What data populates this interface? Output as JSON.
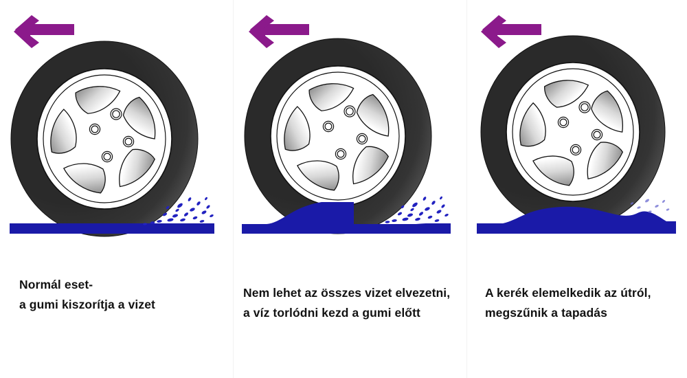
{
  "figure": {
    "title_topic": "aquaplaning",
    "language": "hu",
    "background_color": "#ffffff"
  },
  "colors": {
    "arrow_purple": "#8B1A8B",
    "water_blue": "#1A1AA8",
    "road_black": "#000000",
    "tire_dark": "#2b2b2b",
    "tire_edge_gray": "#6f6f6f",
    "hubcap_white": "#ffffff",
    "spoke_shade": "#9a9a9a",
    "caption_text": "#121212",
    "divider": "#f2f2f2"
  },
  "panels": [
    {
      "id": "panel-normal",
      "arrow": {
        "name": "direction-of-travel-arrow",
        "direction": "left",
        "color": "#8B1A8B"
      },
      "wheel": {
        "name": "tire-wheel",
        "spokes": 5,
        "lug_holes": 4,
        "state": "contacting road"
      },
      "water": {
        "name": "water-layer",
        "state": "thin film displaced by tread",
        "splash": true
      },
      "road": {
        "name": "road-surface"
      },
      "caption": {
        "line1": "Normál eset-",
        "line2": "a gumi kiszorítja a vizet"
      }
    },
    {
      "id": "panel-partial-aquaplaning",
      "arrow": {
        "name": "direction-of-travel-arrow",
        "direction": "left",
        "color": "#8B1A8B"
      },
      "wheel": {
        "name": "tire-wheel",
        "spokes": 5,
        "lug_holes": 4,
        "state": "partially lifted, bow wave forming"
      },
      "water": {
        "name": "water-layer",
        "state": "water wedge piling up ahead of tyre",
        "splash": true
      },
      "road": {
        "name": "road-surface"
      },
      "caption": {
        "line1": "Nem lehet az összes vizet elvezetni,",
        "line2": "a víz torlódni kezd a gumi előtt"
      }
    },
    {
      "id": "panel-full-aquaplaning",
      "arrow": {
        "name": "direction-of-travel-arrow",
        "direction": "left",
        "color": "#8B1A8B"
      },
      "wheel": {
        "name": "tire-wheel",
        "spokes": 5,
        "lug_holes": 4,
        "state": "lifted off the road, riding on water"
      },
      "water": {
        "name": "water-layer",
        "state": "continuous water film under the whole contact patch",
        "splash": true
      },
      "road": {
        "name": "road-surface"
      },
      "caption": {
        "line1": "A kerék elemelkedik az útról,",
        "line2": "megszűnik a tapadás"
      }
    }
  ]
}
